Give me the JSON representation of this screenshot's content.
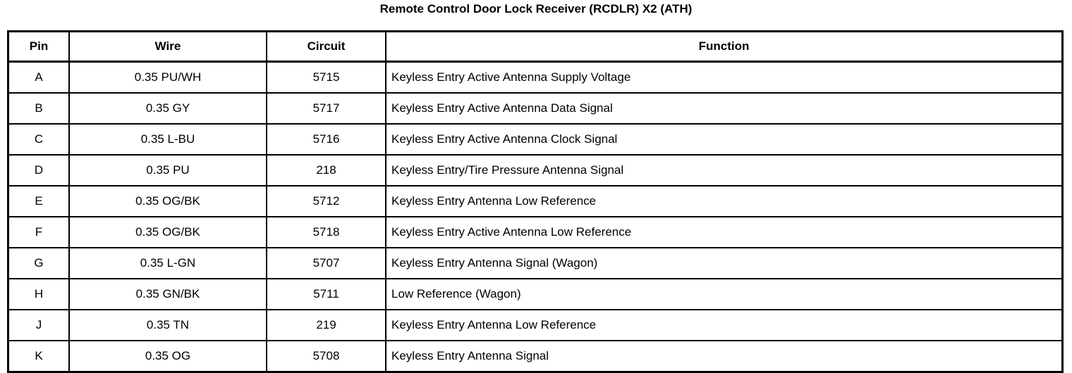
{
  "title": "Remote Control Door Lock Receiver (RCDLR) X2 (ATH)",
  "table": {
    "columns": [
      {
        "key": "pin",
        "label": "Pin",
        "align": "center"
      },
      {
        "key": "wire",
        "label": "Wire",
        "align": "center"
      },
      {
        "key": "circuit",
        "label": "Circuit",
        "align": "center"
      },
      {
        "key": "function",
        "label": "Function",
        "align": "center"
      }
    ],
    "rows": [
      {
        "pin": "A",
        "wire": "0.35 PU/WH",
        "circuit": "5715",
        "function": "Keyless Entry Active Antenna Supply Voltage"
      },
      {
        "pin": "B",
        "wire": "0.35 GY",
        "circuit": "5717",
        "function": "Keyless Entry Active Antenna Data Signal"
      },
      {
        "pin": "C",
        "wire": "0.35 L-BU",
        "circuit": "5716",
        "function": "Keyless Entry Active Antenna Clock Signal"
      },
      {
        "pin": "D",
        "wire": "0.35 PU",
        "circuit": "218",
        "function": "Keyless Entry/Tire Pressure Antenna Signal"
      },
      {
        "pin": "E",
        "wire": "0.35 OG/BK",
        "circuit": "5712",
        "function": "Keyless Entry Antenna Low Reference"
      },
      {
        "pin": "F",
        "wire": "0.35 OG/BK",
        "circuit": "5718",
        "function": "Keyless Entry Active Antenna Low Reference"
      },
      {
        "pin": "G",
        "wire": "0.35 L-GN",
        "circuit": "5707",
        "function": "Keyless Entry Antenna Signal (Wagon)"
      },
      {
        "pin": "H",
        "wire": "0.35 GN/BK",
        "circuit": "5711",
        "function": "Low Reference (Wagon)"
      },
      {
        "pin": "J",
        "wire": "0.35 TN",
        "circuit": "219",
        "function": "Keyless Entry Antenna Low Reference"
      },
      {
        "pin": "K",
        "wire": "0.35 OG",
        "circuit": "5708",
        "function": "Keyless Entry Antenna Signal"
      }
    ]
  },
  "colors": {
    "text": "#000000",
    "background": "#ffffff",
    "border": "#000000"
  }
}
